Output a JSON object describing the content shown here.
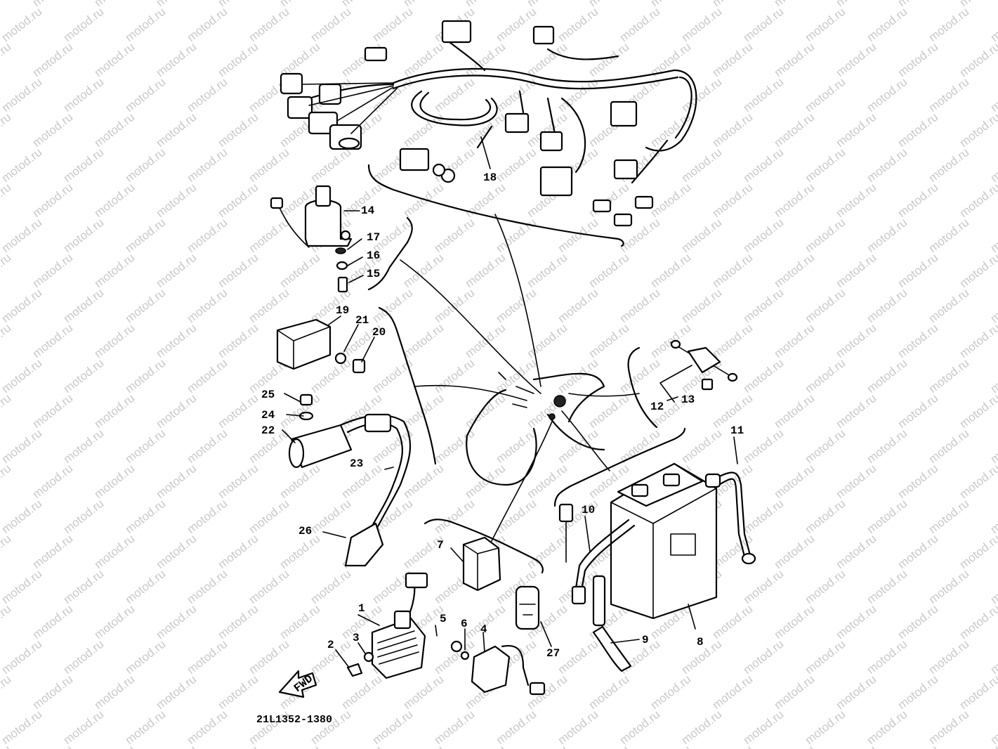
{
  "watermark": "motod.ru",
  "callouts": {
    "c1": "1",
    "c2": "2",
    "c3": "3",
    "c4": "4",
    "c5": "5",
    "c6": "6",
    "c7": "7",
    "c8": "8",
    "c9": "9",
    "c10": "10",
    "c11": "11",
    "c12": "12",
    "c13": "13",
    "c14": "14",
    "c15": "15",
    "c16": "16",
    "c17": "17",
    "c18": "18",
    "c19": "19",
    "c20": "20",
    "c21": "21",
    "c22": "22",
    "c23": "23",
    "c24": "24",
    "c25": "25",
    "c26": "26",
    "c27": "27"
  },
  "fwd_label": "FWD",
  "serial_range": "21L1352-1380"
}
